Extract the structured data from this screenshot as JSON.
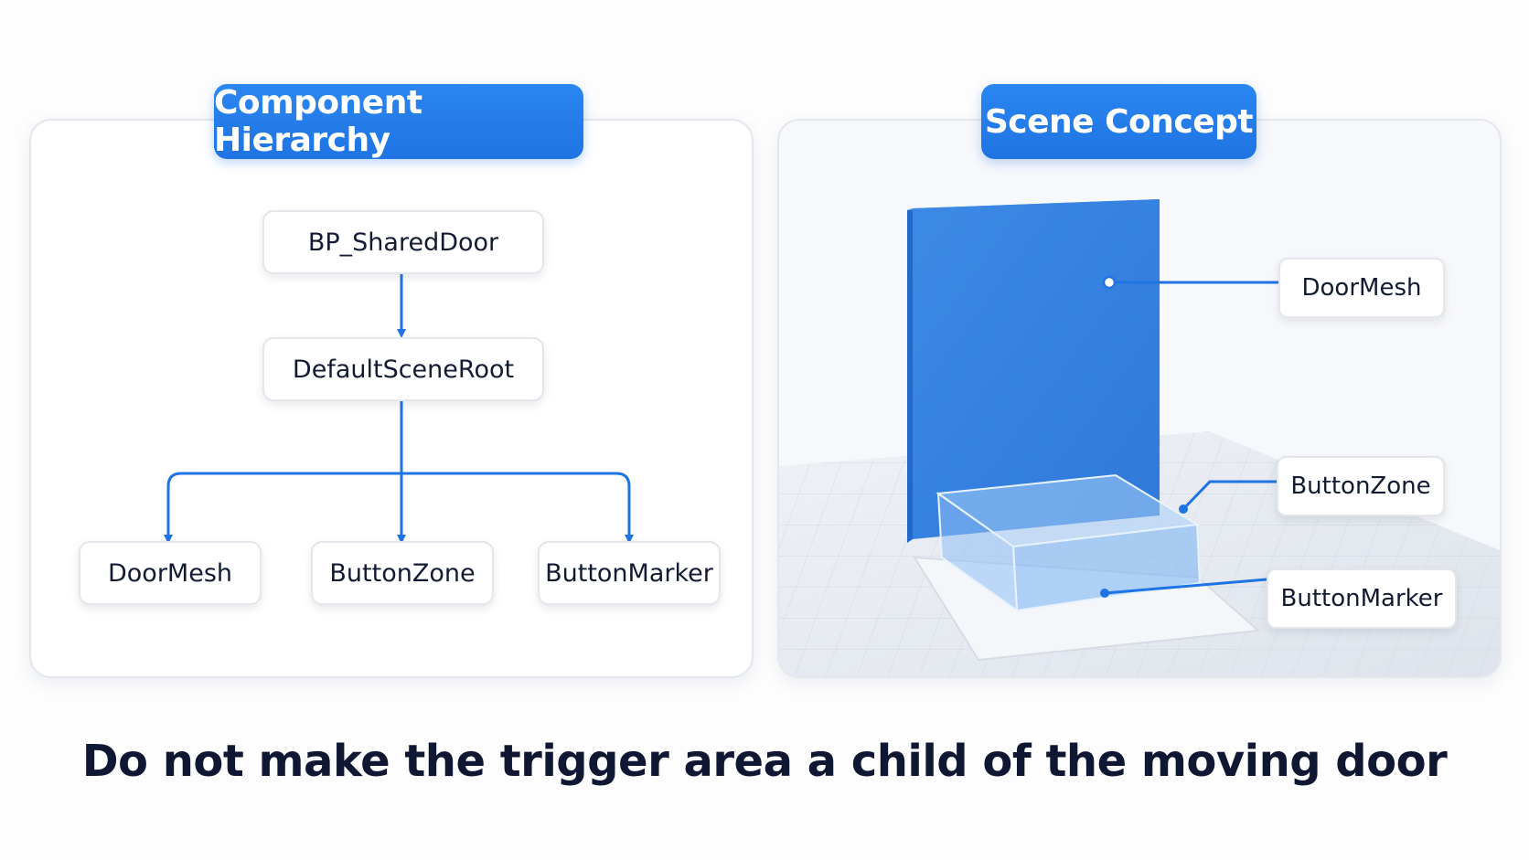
{
  "hierarchy": {
    "title": "Component Hierarchy",
    "root": "BP_SharedDoor",
    "scene_root": "DefaultSceneRoot",
    "children": [
      "DoorMesh",
      "ButtonZone",
      "ButtonMarker"
    ]
  },
  "scene": {
    "title": "Scene Concept",
    "callouts": {
      "door_mesh": "DoorMesh",
      "button_zone": "ButtonZone",
      "button_marker": "ButtonMarker"
    }
  },
  "caption": "Do not make the trigger area a child of the moving door",
  "colors": {
    "accent": "#1f74e3",
    "door": "#3a86e4",
    "text": "#131b33"
  }
}
